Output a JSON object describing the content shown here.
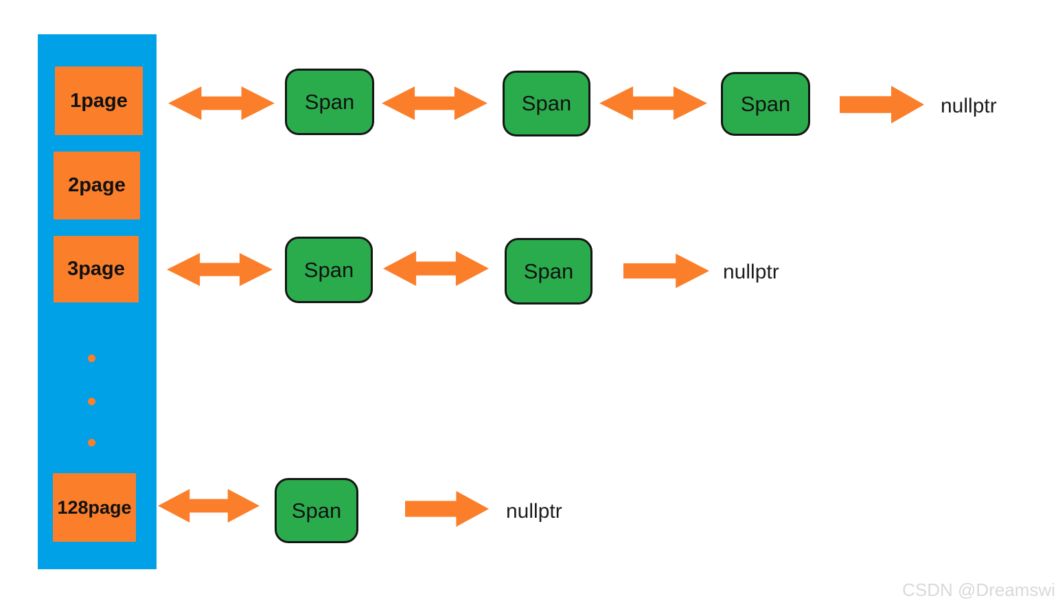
{
  "colors": {
    "column_blue": "#00A1E6",
    "arrow_orange": "#FB7F2B",
    "span_green": "#2AAC4D",
    "text_black": "#111111",
    "watermark_gray": "#D9D9D9"
  },
  "labels": {
    "span": "Span",
    "nullptr": "nullptr"
  },
  "rows": [
    {
      "page": "1page",
      "span_count": 3,
      "terminator": "nullptr"
    },
    {
      "page": "2page",
      "span_count": 0,
      "terminator": ""
    },
    {
      "page": "3page",
      "span_count": 2,
      "terminator": "nullptr"
    },
    {
      "page": "128page",
      "span_count": 1,
      "terminator": "nullptr"
    }
  ],
  "icons": {
    "double_arrow": "left-right-arrow",
    "right_arrow": "right-arrow",
    "ellipsis_dot": "orange-dot"
  },
  "watermark": "CSDN @Dreamswi"
}
